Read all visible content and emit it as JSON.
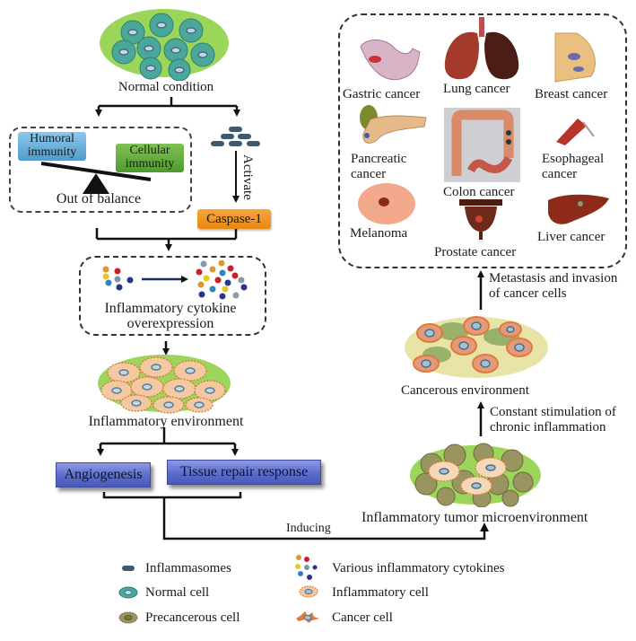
{
  "left_flow": {
    "normal_condition": "Normal condition",
    "humoral_immunity": [
      "Humoral",
      "immunity"
    ],
    "cellular_immunity": [
      "Cellular",
      "immunity"
    ],
    "out_of_balance": "Out of balance",
    "activate": "Activate",
    "caspase": "Caspase-1",
    "cytokine_overexpression": [
      "Inflammatory cytokine",
      "overexpression"
    ],
    "inflammatory_environment": "Inflammatory environment",
    "angiogenesis": "Angiogenesis",
    "tissue_repair": "Tissue repair response",
    "inducing": "Inducing"
  },
  "right_flow": {
    "tumor_microenvironment": "Inflammatory tumor microenvironment",
    "constant_stimulation": [
      "Constant stimulation of",
      "chronic inflammation"
    ],
    "cancerous_environment": "Cancerous environment",
    "metastasis": [
      "Metastasis and invasion",
      "of cancer cells"
    ]
  },
  "cancers": {
    "gastric": "Gastric cancer",
    "lung": "Lung cancer",
    "breast": "Breast cancer",
    "pancreatic": [
      "Pancreatic",
      "cancer"
    ],
    "colon": "Colon cancer",
    "esophageal": [
      "Esophageal",
      "cancer"
    ],
    "melanoma": "Melanoma",
    "prostate": "Prostate cancer",
    "liver": "Liver cancer"
  },
  "legend": {
    "inflammasomes": "Inflammasomes",
    "cytokines": "Various inflammatory cytokines",
    "normal_cell": "Normal cell",
    "inflammatory_cell": "Inflammatory cell",
    "precancerous_cell": "Precancerous cell",
    "cancer_cell": "Cancer cell"
  },
  "colors": {
    "humoral": "#5ba7d3",
    "cellular": "#5aa53a",
    "caspase": "#f0961f",
    "blue_box": "#6473d2",
    "normal_cell": "#4aa89a",
    "inflammatory_cell": "#f2c9a0",
    "precancerous_cell": "#8f8a55",
    "cancer_cell": "#e07a3a",
    "green_halo": "#8fd35a",
    "inflammasome": "#3e5a6e"
  }
}
